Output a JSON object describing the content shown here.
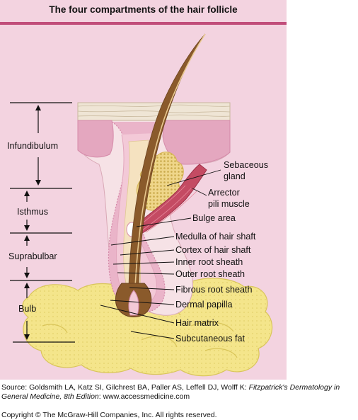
{
  "title": "The four compartments of the hair follicle",
  "compartments": [
    "Infundibulum",
    "Isthmus",
    "Suprabulbar",
    "Bulb"
  ],
  "structures": {
    "sebaceous_gland": [
      "Sebaceous",
      "gland"
    ],
    "arrector": [
      "Arrector",
      "pili muscle"
    ],
    "bulge": "Bulge area",
    "medulla": "Medulla of hair shaft",
    "cortex": "Cortex of hair shaft",
    "inner_sheath": "Inner root sheath",
    "outer_sheath": "Outer root sheath",
    "fibrous_sheath": "Fibrous root sheath",
    "dermal_papilla": "Dermal papilla",
    "hair_matrix": "Hair matrix",
    "subcutaneous_fat": "Subcutaneous fat"
  },
  "footer": {
    "source_prefix": "Source: Goldsmith LA, Katz SI, Gilchrest BA, Paller AS, Leffell DJ, Wolff K: ",
    "source_title": "Fitzpatrick's Dermatology in General Medicine, 8th Edition",
    "source_url": ": www.accessmedicine.com",
    "copyright": "Copyright © The McGraw-Hill Companies, Inc. All rights reserved."
  },
  "colors": {
    "panel": "#f3d3e0",
    "accent": "#c14d7a",
    "fat": "#f3e48a",
    "hair": "#8a5a2b",
    "sheath": "#d88fb0",
    "muscle": "#b8405a"
  }
}
